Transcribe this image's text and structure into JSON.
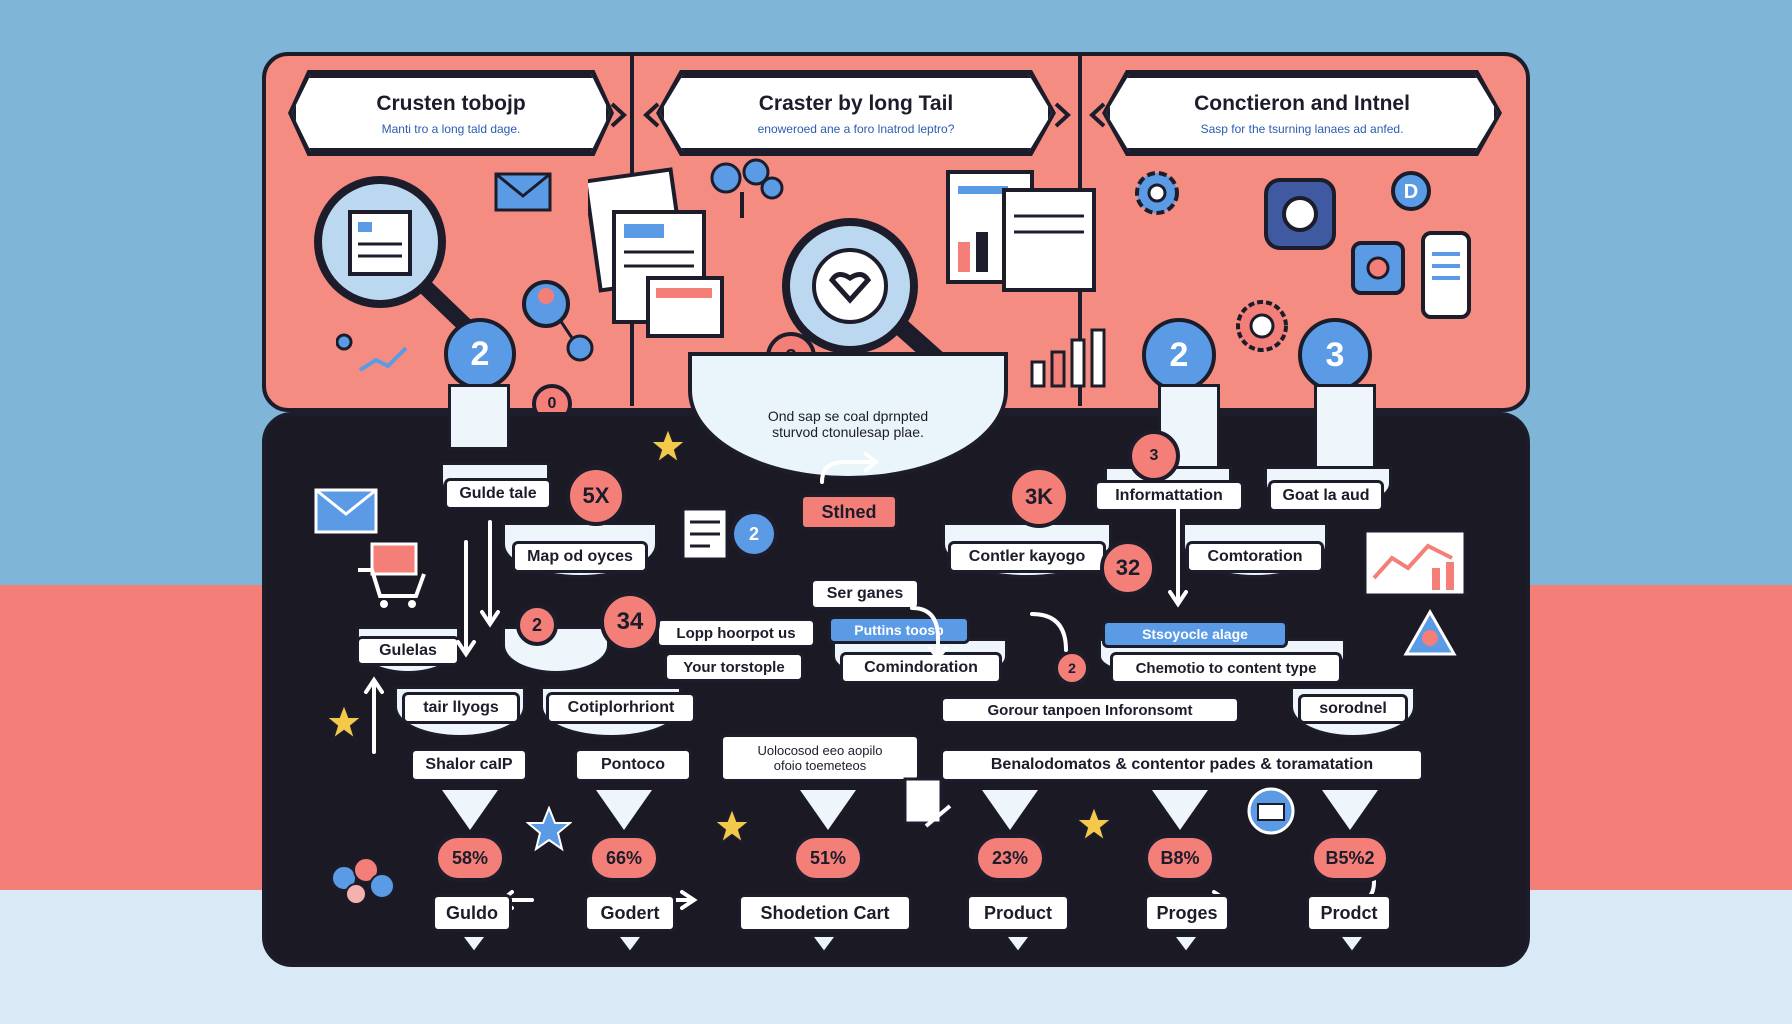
{
  "headers": [
    {
      "title": "Crusten tobojp",
      "subtitle": "Manti tro a long tald dage."
    },
    {
      "title": "Craster by long Tail",
      "subtitle": "enoweroed ane a foro lnatrod leptro?"
    },
    {
      "title": "Conctieron and Intnel",
      "subtitle": "Sasp for the tsurning lanaes ad anfed."
    }
  ],
  "top_badges": [
    "2",
    "3",
    "2",
    "3",
    "0"
  ],
  "center_bowl": {
    "line1": "Ond sap se coal dprnpted",
    "line2": "sturvod ctonulesap plae."
  },
  "count_badges": [
    "5X",
    "3K",
    "34",
    "32",
    "2",
    "2",
    "3",
    "2"
  ],
  "labels": {
    "guide_tale": "Gulde tale",
    "map_od_oyces": "Map od oyces",
    "stlned": "Stlned",
    "ser_ganes": "Ser ganes",
    "contler_kayogo": "Contler kayogo",
    "informattation": "Informattation",
    "goat_la_aud": "Goat la aud",
    "comtoration": "Comtoration",
    "gulelas": "Gulelas",
    "lopp_hoorpot_us": "Lopp hoorpot us",
    "puttins_toosp": "Puttins toosp",
    "your_torstople": "Your torstople",
    "comindoration": "Comindoration",
    "staoyocle_alage": "Stsoyocle alage",
    "chemotio": "Chemotio to content type",
    "tair_llyogs": "tair llyogs",
    "cotiplorhriont": "Cotiplorhriont",
    "gorour_tanpoen": "Gorour tanpoen Inforonsomt",
    "sorodnel": "sorodnel",
    "shalor_calp": "Shalor caIP",
    "pontoco": "Pontoco",
    "uolocosod": "Uolocosod eeo aopilo",
    "ofoio": "ofoio toemeteos",
    "benalodomatos": "Benalodomatos & contentor pades & toramatation"
  },
  "percentages": [
    "58%",
    "66%",
    "51%",
    "23%",
    "B8%",
    "B5%2"
  ],
  "bottom_labels": [
    "Guldo",
    "Godert",
    "Shodetion Cart",
    "Product",
    "Proges",
    "Prodct"
  ],
  "colors": {
    "blue": "#5b9be6",
    "coral": "#f47f78",
    "dark": "#1b1a24",
    "panel_coral": "#f58c82"
  }
}
